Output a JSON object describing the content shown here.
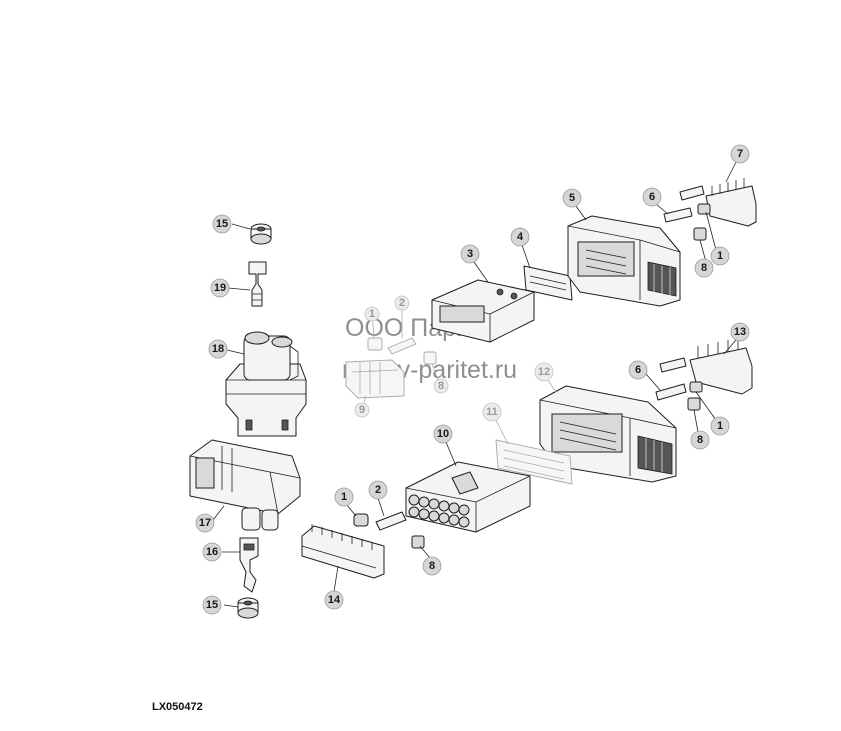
{
  "figure_code": "LX050472",
  "watermark": {
    "line1": "ООО Паритет",
    "line2": "rostov-paritet.ru"
  },
  "callouts": {
    "c15a": "15",
    "c19": "19",
    "c18": "18",
    "c17": "17",
    "c16": "16",
    "c15b": "15",
    "c1a": "1",
    "c2a": "2",
    "c9": "9",
    "c8a": "8",
    "c3": "3",
    "c4": "4",
    "c5": "5",
    "c6a": "6",
    "c7": "7",
    "c8b": "8",
    "c1b": "1",
    "c12": "12",
    "c11": "11",
    "c10": "10",
    "c13": "13",
    "c6b": "6",
    "c8c": "8",
    "c1c": "1",
    "c1d": "1",
    "c2b": "2",
    "c8d": "8",
    "c14": "14"
  }
}
